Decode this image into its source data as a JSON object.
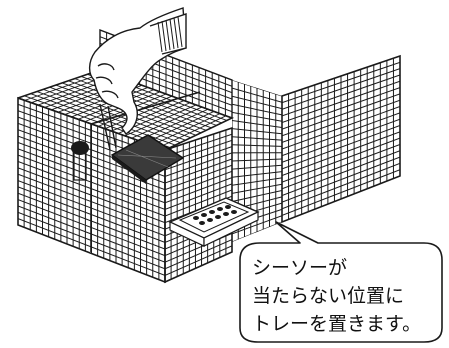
{
  "callout": {
    "line1": "シーソーが",
    "line2": "当たらない位置に",
    "line3": "トレーを置きます。"
  },
  "colors": {
    "line": "#1a1a1a",
    "background": "#ffffff",
    "seesaw_plate": "#3a3a3a"
  },
  "icons": [
    "hand-icon",
    "seesaw-icon",
    "tray-icon",
    "wire-cage-icon"
  ]
}
